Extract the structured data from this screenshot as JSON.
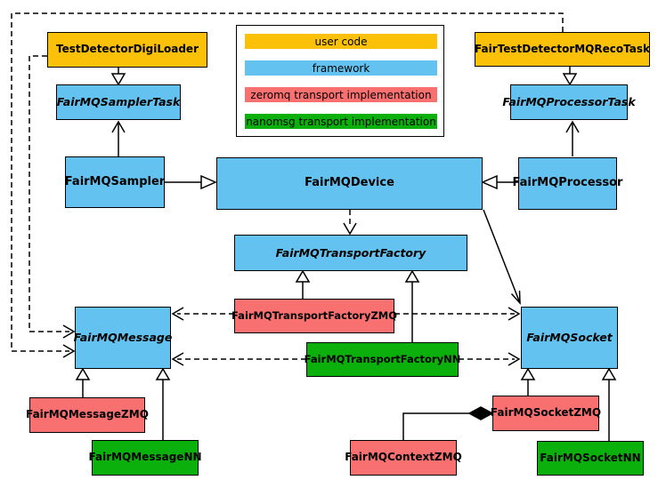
{
  "colors": {
    "user_code": "#fbc108",
    "framework": "#63c2ef",
    "zeromq": "#f97070",
    "nanomsg": "#0cb00c",
    "line": "#000000",
    "background": "#ffffff"
  },
  "legend": {
    "items": [
      {
        "label": "user code",
        "color": "#fbc108"
      },
      {
        "label": "framework",
        "color": "#63c2ef"
      },
      {
        "label": "zeromq transport implementation",
        "color": "#f97070"
      },
      {
        "label": "nanomsg transport implementation",
        "color": "#0cb00c"
      }
    ]
  },
  "nodes": {
    "testDetectorDigiLoader": {
      "label": "TestDetectorDigiLoader",
      "category": "user code"
    },
    "fairTestDetectorMQRecoTask": {
      "label": "FairTestDetectorMQRecoTask",
      "category": "user code"
    },
    "fairMQSamplerTask": {
      "label": "FairMQSamplerTask",
      "category": "framework",
      "abstract": true
    },
    "fairMQProcessorTask": {
      "label": "FairMQProcessorTask",
      "category": "framework",
      "abstract": true
    },
    "fairMQSampler": {
      "label": "FairMQSampler",
      "category": "framework"
    },
    "fairMQDevice": {
      "label": "FairMQDevice",
      "category": "framework"
    },
    "fairMQProcessor": {
      "label": "FairMQProcessor",
      "category": "framework"
    },
    "fairMQTransportFactory": {
      "label": "FairMQTransportFactory",
      "category": "framework",
      "abstract": true
    },
    "fairMQTransportFactoryZMQ": {
      "label": "FairMQTransportFactoryZMQ",
      "category": "zeromq transport implementation"
    },
    "fairMQTransportFactoryNN": {
      "label": "FairMQTransportFactoryNN",
      "category": "nanomsg transport implementation"
    },
    "fairMQMessage": {
      "label": "FairMQMessage",
      "category": "framework",
      "abstract": true
    },
    "fairMQSocket": {
      "label": "FairMQSocket",
      "category": "framework",
      "abstract": true
    },
    "fairMQMessageZMQ": {
      "label": "FairMQMessageZMQ",
      "category": "zeromq transport implementation"
    },
    "fairMQMessageNN": {
      "label": "FairMQMessageNN",
      "category": "nanomsg transport implementation"
    },
    "fairMQContextZMQ": {
      "label": "FairMQContextZMQ",
      "category": "zeromq transport implementation"
    },
    "fairMQSocketZMQ": {
      "label": "FairMQSocketZMQ",
      "category": "zeromq transport implementation"
    },
    "fairMQSocketNN": {
      "label": "FairMQSocketNN",
      "category": "nanomsg transport implementation"
    }
  },
  "edges": [
    {
      "from": "TestDetectorDigiLoader",
      "to": "FairMQSamplerTask",
      "type": "generalization"
    },
    {
      "from": "FairTestDetectorMQRecoTask",
      "to": "FairMQProcessorTask",
      "type": "generalization"
    },
    {
      "from": "FairMQSampler",
      "to": "FairMQSamplerTask",
      "type": "association"
    },
    {
      "from": "FairMQProcessor",
      "to": "FairMQProcessorTask",
      "type": "association"
    },
    {
      "from": "FairMQSampler",
      "to": "FairMQDevice",
      "type": "generalization"
    },
    {
      "from": "FairMQProcessor",
      "to": "FairMQDevice",
      "type": "generalization"
    },
    {
      "from": "FairMQDevice",
      "to": "FairMQTransportFactory",
      "type": "dependency"
    },
    {
      "from": "FairMQDevice",
      "to": "FairMQSocket",
      "type": "association"
    },
    {
      "from": "FairMQTransportFactoryZMQ",
      "to": "FairMQTransportFactory",
      "type": "generalization"
    },
    {
      "from": "FairMQTransportFactoryNN",
      "to": "FairMQTransportFactory",
      "type": "generalization"
    },
    {
      "from": "FairMQTransportFactoryZMQ",
      "to": "FairMQMessage",
      "type": "dependency"
    },
    {
      "from": "FairMQTransportFactoryZMQ",
      "to": "FairMQSocket",
      "type": "dependency"
    },
    {
      "from": "FairMQTransportFactoryNN",
      "to": "FairMQMessage",
      "type": "dependency"
    },
    {
      "from": "FairMQTransportFactoryNN",
      "to": "FairMQSocket",
      "type": "dependency"
    },
    {
      "from": "TestDetectorDigiLoader",
      "to": "FairMQMessage",
      "type": "dependency"
    },
    {
      "from": "FairTestDetectorMQRecoTask",
      "to": "FairMQMessage",
      "type": "dependency"
    },
    {
      "from": "FairMQMessageZMQ",
      "to": "FairMQMessage",
      "type": "generalization"
    },
    {
      "from": "FairMQMessageNN",
      "to": "FairMQMessage",
      "type": "generalization"
    },
    {
      "from": "FairMQSocketZMQ",
      "to": "FairMQSocket",
      "type": "generalization"
    },
    {
      "from": "FairMQSocketNN",
      "to": "FairMQSocket",
      "type": "generalization"
    },
    {
      "from": "FairMQContextZMQ",
      "to": "FairMQSocketZMQ",
      "type": "composition"
    }
  ]
}
